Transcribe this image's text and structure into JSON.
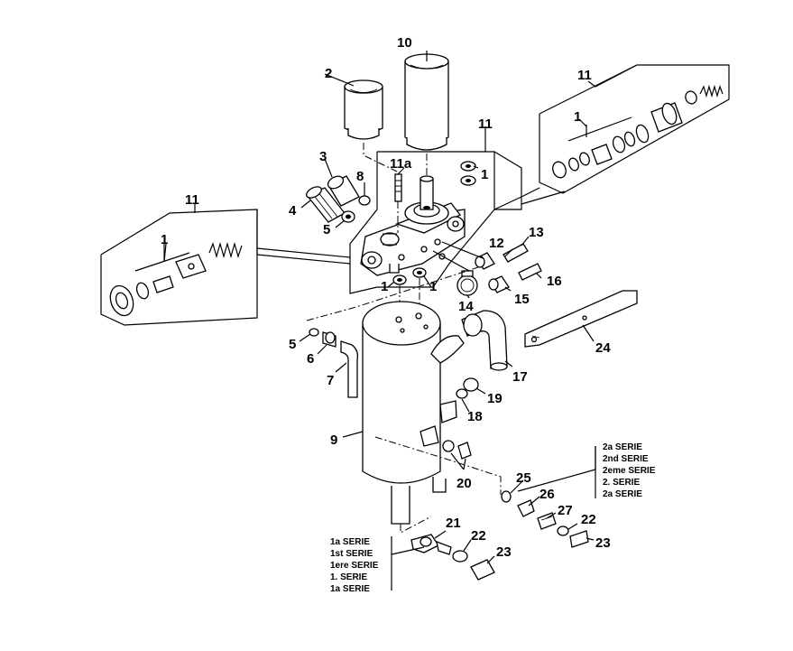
{
  "callouts": {
    "c1_a": "1",
    "c1_b": "1",
    "c1_c": "1",
    "c1_d": "1",
    "c1_e": "1",
    "c2": "2",
    "c3": "3",
    "c4": "4",
    "c5_a": "5",
    "c5_b": "5",
    "c6": "6",
    "c7": "7",
    "c8": "8",
    "c9": "9",
    "c10": "10",
    "c11_a": "11",
    "c11_b": "11",
    "c11_c": "11",
    "c11a": "11a",
    "c12": "12",
    "c13": "13",
    "c14": "14",
    "c15": "15",
    "c16": "16",
    "c17": "17",
    "c18": "18",
    "c19": "19",
    "c20": "20",
    "c21": "21",
    "c22_a": "22",
    "c22_b": "22",
    "c23_a": "23",
    "c23_b": "23",
    "c24": "24",
    "c25": "25",
    "c26": "26",
    "c27": "27"
  },
  "series_second": [
    "2a SERIE",
    "2nd SERIE",
    "2eme SERIE",
    "2. SERIE",
    "2a SERIE"
  ],
  "series_first": [
    "1a SERIE",
    "1st SERIE",
    "1ere SERIE",
    "1. SERIE",
    "1a SERIE"
  ]
}
